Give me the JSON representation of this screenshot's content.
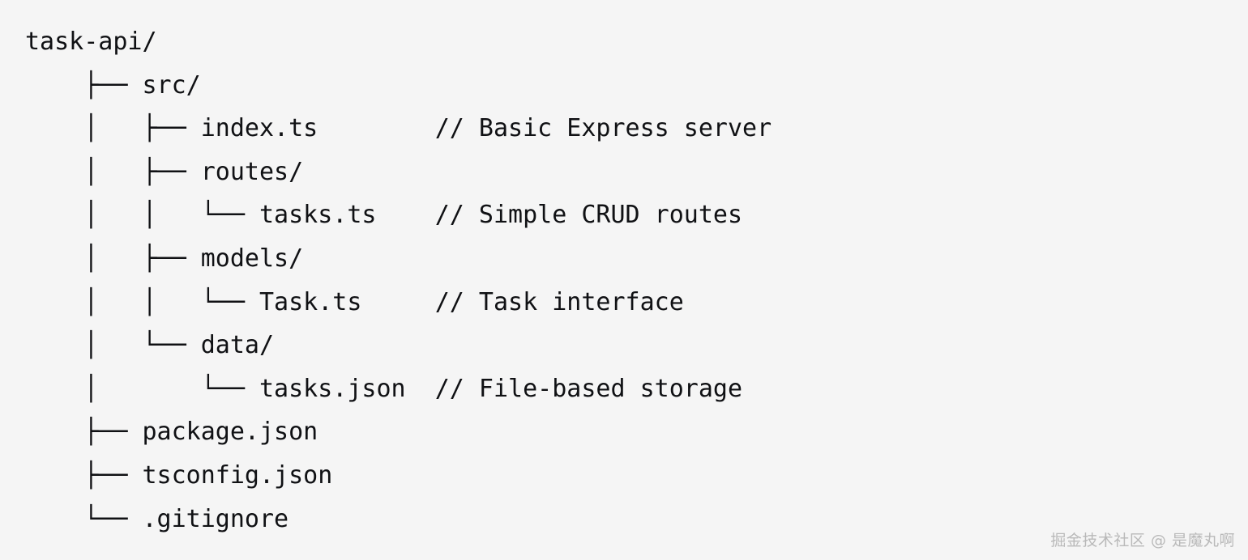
{
  "meta": {
    "background_color": "#f5f5f5",
    "text_color": "#101114",
    "watermark_color": "#b9b9b9"
  },
  "tree": {
    "root_label": "task-api/",
    "lines": [
      {
        "prefix": "",
        "label": "task-api/",
        "comment": "",
        "kind": "directory",
        "depth": 0
      },
      {
        "prefix": "    ├── ",
        "label": "src/",
        "comment": "",
        "kind": "directory",
        "depth": 1
      },
      {
        "prefix": "    │   ├── ",
        "label": "index.ts",
        "comment": "// Basic Express server",
        "kind": "file",
        "depth": 2
      },
      {
        "prefix": "    │   ├── ",
        "label": "routes/",
        "comment": "",
        "kind": "directory",
        "depth": 2
      },
      {
        "prefix": "    │   │   └── ",
        "label": "tasks.ts",
        "comment": "// Simple CRUD routes",
        "kind": "file",
        "depth": 3
      },
      {
        "prefix": "    │   ├── ",
        "label": "models/",
        "comment": "",
        "kind": "directory",
        "depth": 2
      },
      {
        "prefix": "    │   │   └── ",
        "label": "Task.ts",
        "comment": "// Task interface",
        "kind": "file",
        "depth": 3
      },
      {
        "prefix": "    │   └── ",
        "label": "data/",
        "comment": "",
        "kind": "directory",
        "depth": 2
      },
      {
        "prefix": "    │       └── ",
        "label": "tasks.json",
        "comment": "// File-based storage",
        "kind": "file",
        "depth": 3
      },
      {
        "prefix": "    ├── ",
        "label": "package.json",
        "comment": "",
        "kind": "file",
        "depth": 1
      },
      {
        "prefix": "    ├── ",
        "label": "tsconfig.json",
        "comment": "",
        "kind": "file",
        "depth": 1
      },
      {
        "prefix": "    └── ",
        "label": ".gitignore",
        "comment": "",
        "kind": "file",
        "depth": 1
      }
    ],
    "comment_column": 28
  },
  "watermark": {
    "text": "掘金技术社区 @ 是魔丸啊"
  }
}
